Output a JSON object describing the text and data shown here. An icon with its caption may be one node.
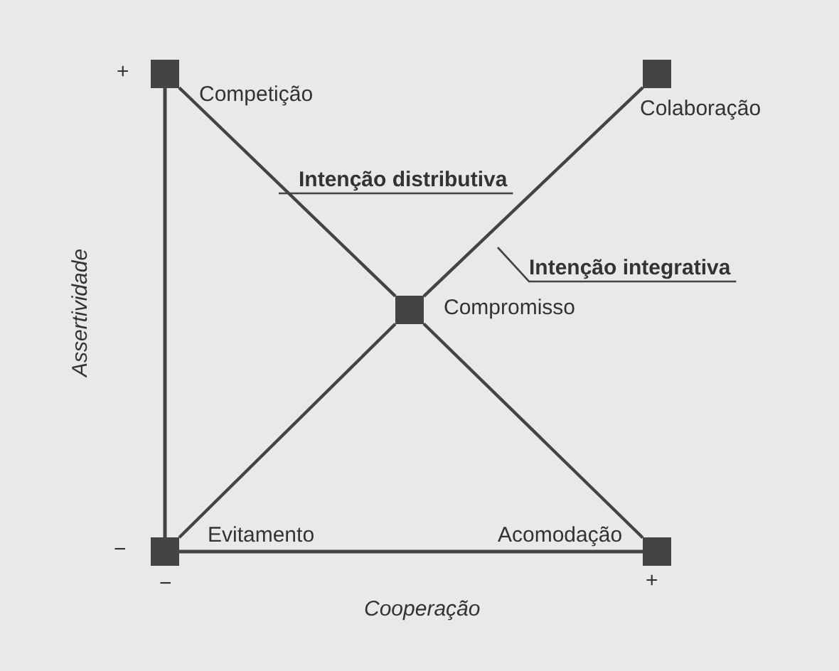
{
  "diagram": {
    "nodes": [
      {
        "text": [],
        "shape": "box",
        "beside": [
          "Competição"
        ]
      },
      {
        "text": [],
        "shape": "box",
        "beside": [
          "Colaboração"
        ]
      },
      {
        "text": [],
        "shape": "box",
        "beside": [
          "Compromisso"
        ]
      },
      {
        "text": [],
        "shape": "box",
        "beside": [
          "Evitamento"
        ]
      },
      {
        "text": [],
        "shape": "box",
        "beside": [
          "Acomodação"
        ]
      },
      {
        "text": [
          "Intenção distributiva"
        ]
      },
      {
        "text": [
          "Intenção integrativa"
        ]
      }
    ],
    "edges": [
      {
        "from": 0,
        "to": 2,
        "arrow": "none"
      },
      {
        "from": 2,
        "to": 4,
        "arrow": "none"
      },
      {
        "from": 3,
        "to": 2,
        "arrow": "none"
      },
      {
        "from": 2,
        "to": 1,
        "arrow": "none"
      },
      {
        "from": 5,
        "to": null,
        "arrow": "none"
      },
      {
        "from": 6,
        "to": null,
        "arrow": "none"
      }
    ],
    "labels": [
      "+",
      "Assertividade",
      "−",
      "−",
      "+",
      "Cooperação"
    ]
  }
}
